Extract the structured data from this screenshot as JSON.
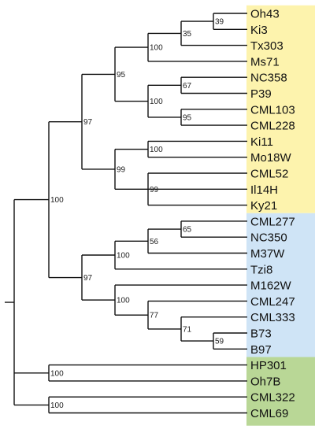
{
  "groups": [
    {
      "name": "group-yellow",
      "color": "#fdf3ad",
      "members": [
        "Oh43",
        "Ki3",
        "Tx303",
        "Ms71",
        "NC358",
        "P39",
        "CML103",
        "CML228",
        "Ki11",
        "Mo18W",
        "CML52",
        "Il14H",
        "Ky21"
      ]
    },
    {
      "name": "group-blue",
      "color": "#cfe4f6",
      "members": [
        "CML277",
        "NC350",
        "M37W",
        "Tzi8",
        "M162W",
        "CML247",
        "CML333",
        "B73",
        "B97"
      ]
    },
    {
      "name": "group-green",
      "color": "#b9d796",
      "members": [
        "HP301",
        "Oh7B",
        "CML322",
        "CML69"
      ]
    }
  ],
  "leaves": [
    "Oh43",
    "Ki3",
    "Tx303",
    "Ms71",
    "NC358",
    "P39",
    "CML103",
    "CML228",
    "Ki11",
    "Mo18W",
    "CML52",
    "Il14H",
    "Ky21",
    "CML277",
    "NC350",
    "M37W",
    "Tzi8",
    "M162W",
    "CML247",
    "CML333",
    "B73",
    "B97",
    "HP301",
    "Oh7B",
    "CML322",
    "CML69"
  ],
  "tree": {
    "children": [
      {
        "support": "100",
        "children": [
          {
            "support": "97",
            "children": [
              {
                "support": "95",
                "children": [
                  {
                    "support": "100",
                    "children": [
                      {
                        "support": "35",
                        "children": [
                          {
                            "support": "39",
                            "children": [
                              {
                                "leaf": "Oh43"
                              },
                              {
                                "leaf": "Ki3"
                              }
                            ]
                          },
                          {
                            "leaf": "Tx303"
                          }
                        ]
                      },
                      {
                        "leaf": "Ms71"
                      }
                    ]
                  },
                  {
                    "support": "100",
                    "children": [
                      {
                        "support": "67",
                        "children": [
                          {
                            "leaf": "NC358"
                          },
                          {
                            "leaf": "P39"
                          }
                        ]
                      },
                      {
                        "support": "95",
                        "children": [
                          {
                            "leaf": "CML103"
                          },
                          {
                            "leaf": "CML228"
                          }
                        ]
                      }
                    ]
                  }
                ]
              },
              {
                "support": "99",
                "children": [
                  {
                    "support": "100",
                    "children": [
                      {
                        "leaf": "Ki11"
                      },
                      {
                        "leaf": "Mo18W"
                      }
                    ]
                  },
                  {
                    "support": "99",
                    "children": [
                      {
                        "leaf": "CML52"
                      },
                      {
                        "leaf": "Il14H"
                      },
                      {
                        "leaf": "Ky21"
                      }
                    ]
                  }
                ]
              }
            ]
          },
          {
            "support": "97",
            "children": [
              {
                "support": "100",
                "children": [
                  {
                    "support": "56",
                    "children": [
                      {
                        "support": "65",
                        "children": [
                          {
                            "leaf": "CML277"
                          },
                          {
                            "leaf": "NC350"
                          }
                        ]
                      },
                      {
                        "leaf": "M37W"
                      }
                    ]
                  },
                  {
                    "leaf": "Tzi8"
                  }
                ]
              },
              {
                "support": "100",
                "children": [
                  {
                    "leaf": "M162W"
                  },
                  {
                    "support": "77",
                    "children": [
                      {
                        "leaf": "CML247"
                      },
                      {
                        "support": "71",
                        "children": [
                          {
                            "leaf": "CML333"
                          },
                          {
                            "support": "59",
                            "children": [
                              {
                                "leaf": "B73"
                              },
                              {
                                "leaf": "B97"
                              }
                            ]
                          }
                        ]
                      }
                    ]
                  }
                ]
              }
            ]
          }
        ]
      },
      {
        "support": "100",
        "children": [
          {
            "leaf": "HP301"
          },
          {
            "leaf": "Oh7B"
          }
        ]
      },
      {
        "support": "100",
        "children": [
          {
            "leaf": "CML322"
          },
          {
            "leaf": "CML69"
          }
        ]
      }
    ]
  }
}
